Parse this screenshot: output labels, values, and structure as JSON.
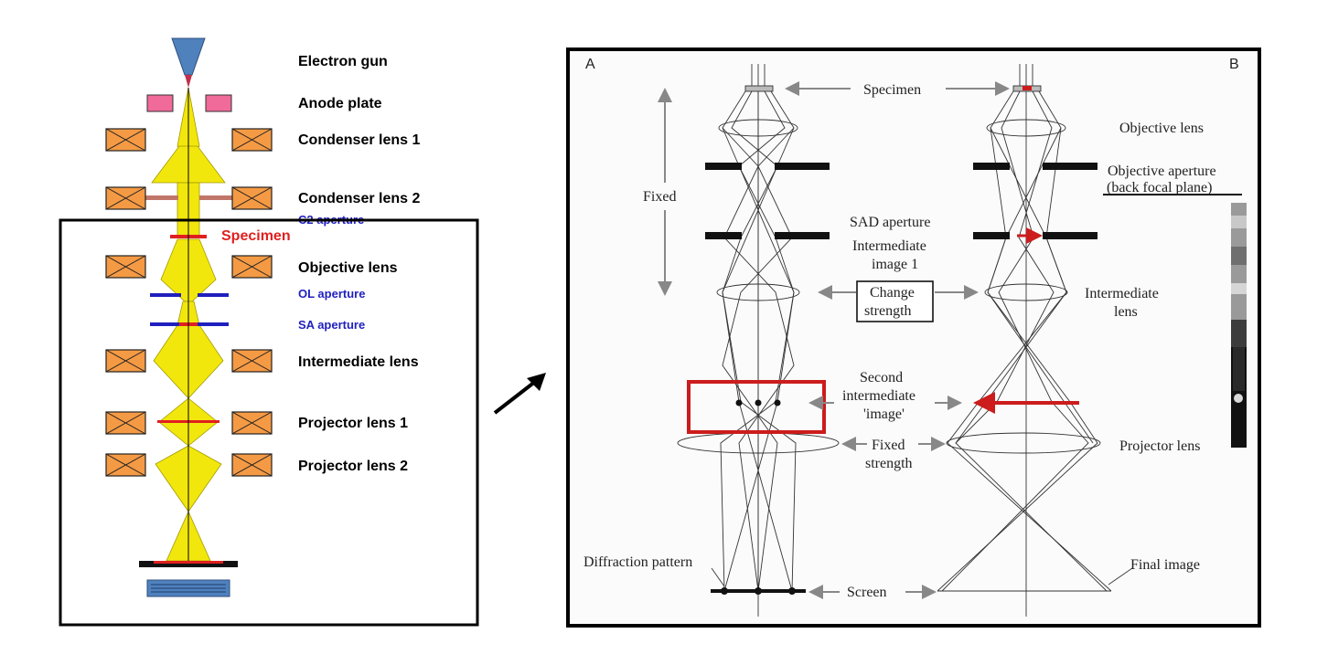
{
  "left_column": {
    "labels": {
      "electron_gun": "Electron gun",
      "anode_plate": "Anode plate",
      "condenser_lens_1": "Condenser lens 1",
      "condenser_lens_2": "Condenser lens 2",
      "c2_aperture": "C2 aperture",
      "specimen": "Specimen",
      "objective_lens": "Objective lens",
      "ol_aperture": "OL aperture",
      "sa_aperture": "SA aperture",
      "intermediate_lens": "Intermediate lens",
      "projector_lens_1": "Projector lens 1",
      "projector_lens_2": "Projector lens 2"
    },
    "colors": {
      "beam": "#f2e70c",
      "beam_edge": "#a39a00",
      "coil": "#f59a44",
      "anode": "#f06a9a",
      "gun": "#4f81bd",
      "aperture_blue": "#1f1fbf",
      "specimen_red": "#e02020",
      "c2_bar": "#c0776a"
    }
  },
  "right_panel": {
    "panel_a": "A",
    "panel_b": "B",
    "labels": {
      "specimen": "Specimen",
      "objective_lens": "Objective lens",
      "objective_aperture_1": "Objective aperture",
      "objective_aperture_2": "(back focal plane)",
      "fixed": "Fixed",
      "sad_aperture": "SAD aperture",
      "intermediate_image_1a": "Intermediate",
      "intermediate_image_1b": "image 1",
      "change_strength_1": "Change",
      "change_strength_2": "strength",
      "intermediate_lens_1": "Intermediate",
      "intermediate_lens_2": "lens",
      "second_intermediate_1": "Second",
      "second_intermediate_2": "intermediate",
      "second_intermediate_3": "'image'",
      "fixed_strength_1": "Fixed",
      "fixed_strength_2": "strength",
      "projector_lens": "Projector lens",
      "diffraction_pattern": "Diffraction pattern",
      "screen": "Screen",
      "final_image": "Final image"
    }
  }
}
